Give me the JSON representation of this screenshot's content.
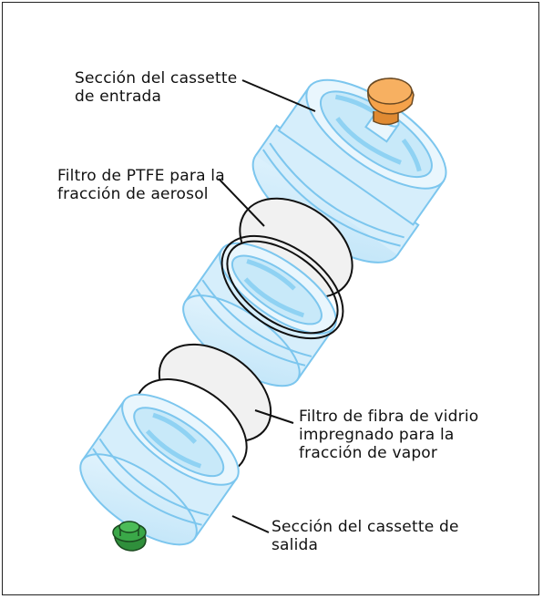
{
  "labels": {
    "inlet": {
      "line1": "Sección del cassette",
      "line2": "de entrada"
    },
    "ptfe": {
      "line1": "Filtro de PTFE para la",
      "line2": "fracción de aerosol"
    },
    "glass": {
      "line1": "Filtro de fibra de vidrio",
      "line2": "impregnado para la",
      "line3": "fracción de vapor"
    },
    "outlet": {
      "line1": "Sección del cassette de",
      "line2": "salida"
    }
  },
  "colors": {
    "cassette_fill": "#d6eefb",
    "cassette_stroke": "#7cc6ee",
    "cassette_dark": "#9ed8f4",
    "inlet_cap": "#f5a24a",
    "outlet_cap": "#3aa848",
    "filter_fill": "#f1f1f1"
  }
}
